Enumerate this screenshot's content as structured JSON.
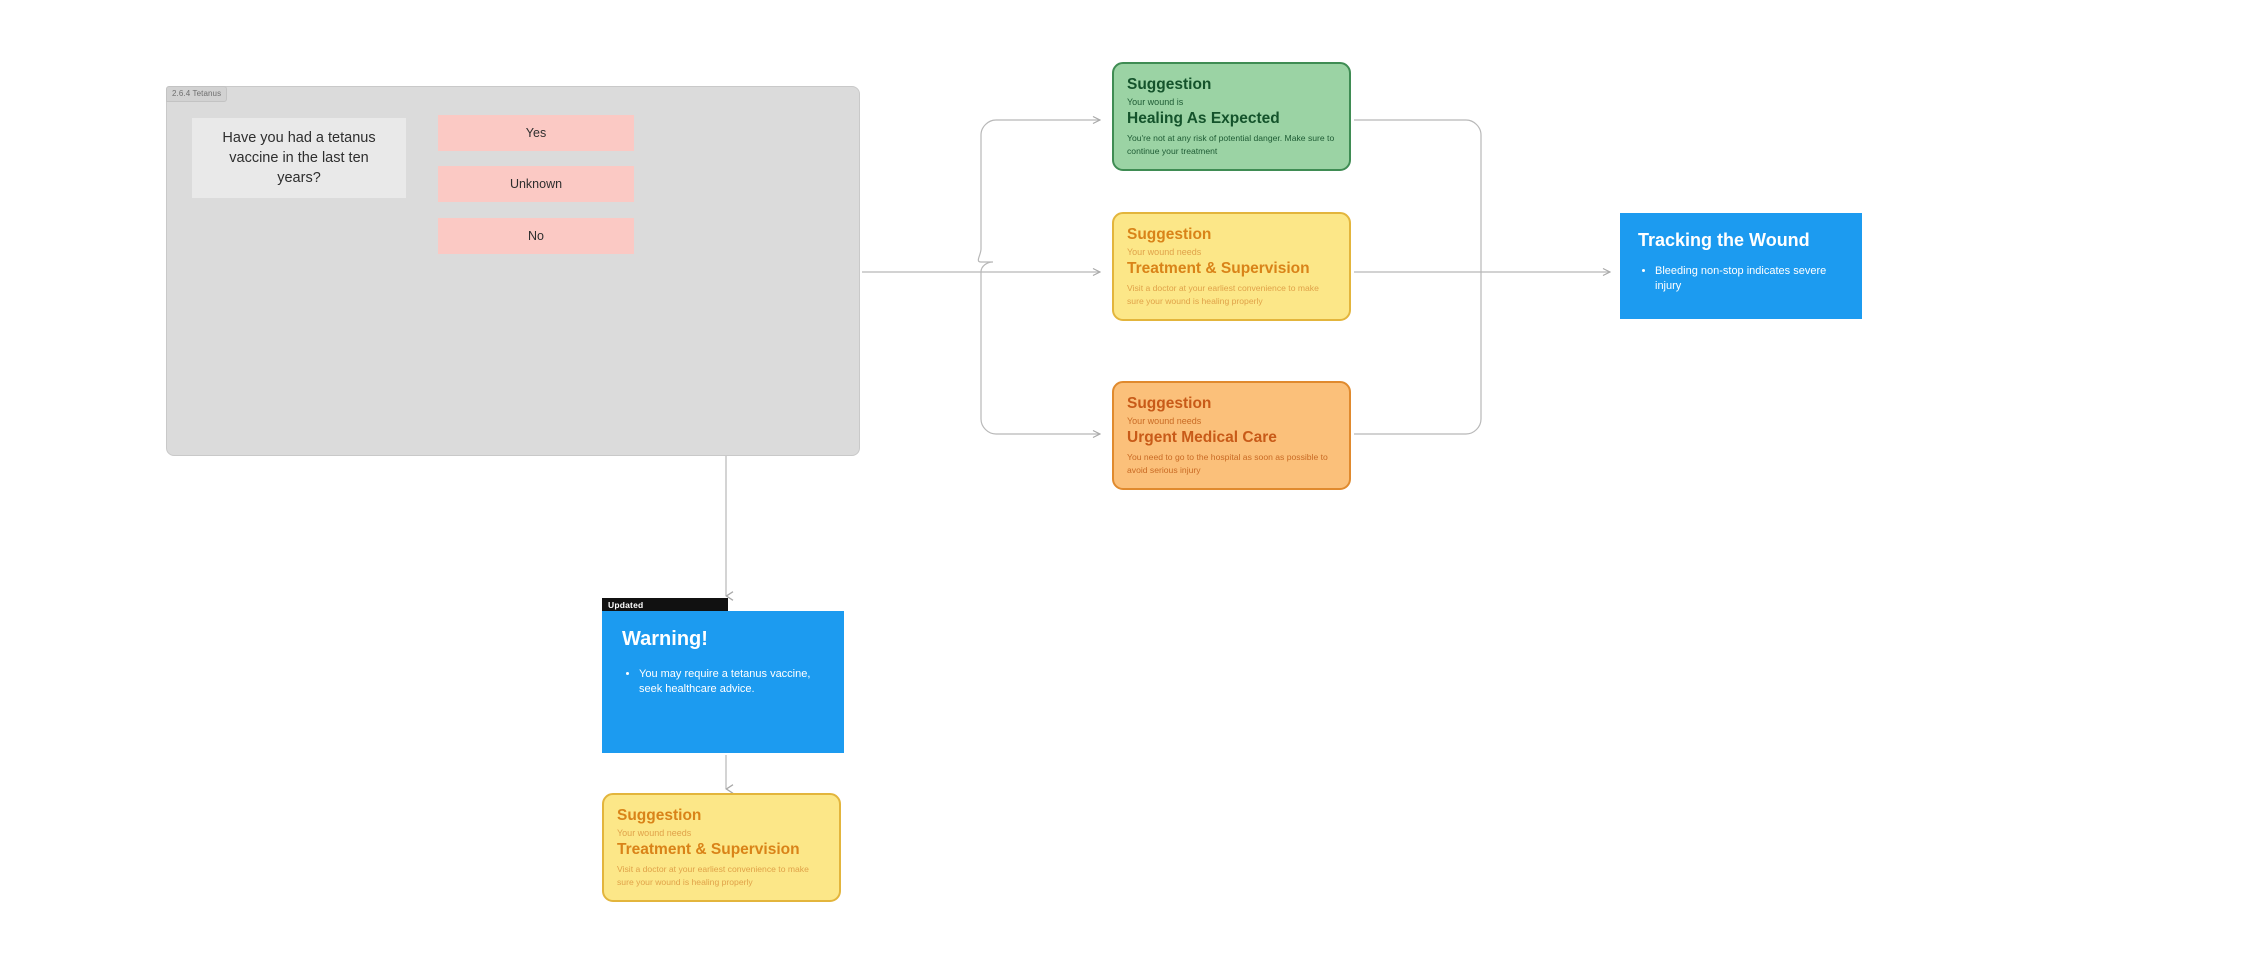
{
  "frame": {
    "label": "2.6.4 Tetanus",
    "question": "Have you had a tetanus vaccine in the last ten years?",
    "choices": [
      {
        "label": "Yes"
      },
      {
        "label": "Unknown"
      },
      {
        "label": "No"
      }
    ]
  },
  "suggestions": {
    "healing": {
      "head": "Suggestion",
      "sub": "Your wound is",
      "title": "Healing As Expected",
      "body": "You're not at any risk of potential danger. Make sure to continue your treatment"
    },
    "treatment": {
      "head": "Suggestion",
      "sub": "Your wound needs",
      "title": "Treatment & Supervision",
      "body": "Visit a doctor at your earliest convenience to make sure your wound is healing properly"
    },
    "urgent": {
      "head": "Suggestion",
      "sub": "Your wound needs",
      "title": "Urgent Medical Care",
      "body": "You need to go to the hospital as soon as possible to avoid serious injury"
    },
    "treatment2": {
      "head": "Suggestion",
      "sub": "Your wound needs",
      "title": "Treatment & Supervision",
      "body": "Visit a doctor at your earliest convenience to make sure your wound is healing properly"
    }
  },
  "tracking": {
    "title": "Tracking the Wound",
    "bullets": [
      "Bleeding non-stop indicates severe injury"
    ]
  },
  "warning": {
    "badge": "Updated",
    "title": "Warning!",
    "bullets": [
      "You may require a tetanus vaccine, seek healthcare advice."
    ]
  },
  "colors": {
    "canvas_bg": "#FFFFFF",
    "frame_bg": "#DBDBDB",
    "question_bg": "#E9E9E9",
    "choice_bg": "#FBC9C4",
    "green_bg": "#9BD3A4",
    "green_border": "#3F8C53",
    "yellow_bg": "#FCE788",
    "yellow_border": "#E3B53C",
    "orange_bg": "#FBC07A",
    "orange_border": "#E08A2E",
    "blue_bg": "#1C9BF0",
    "badge_bg": "#111111",
    "connector": "#B3B3B3"
  },
  "icons": {
    "arrow": "arrow-right-icon",
    "arrow_down": "arrow-down-icon"
  }
}
